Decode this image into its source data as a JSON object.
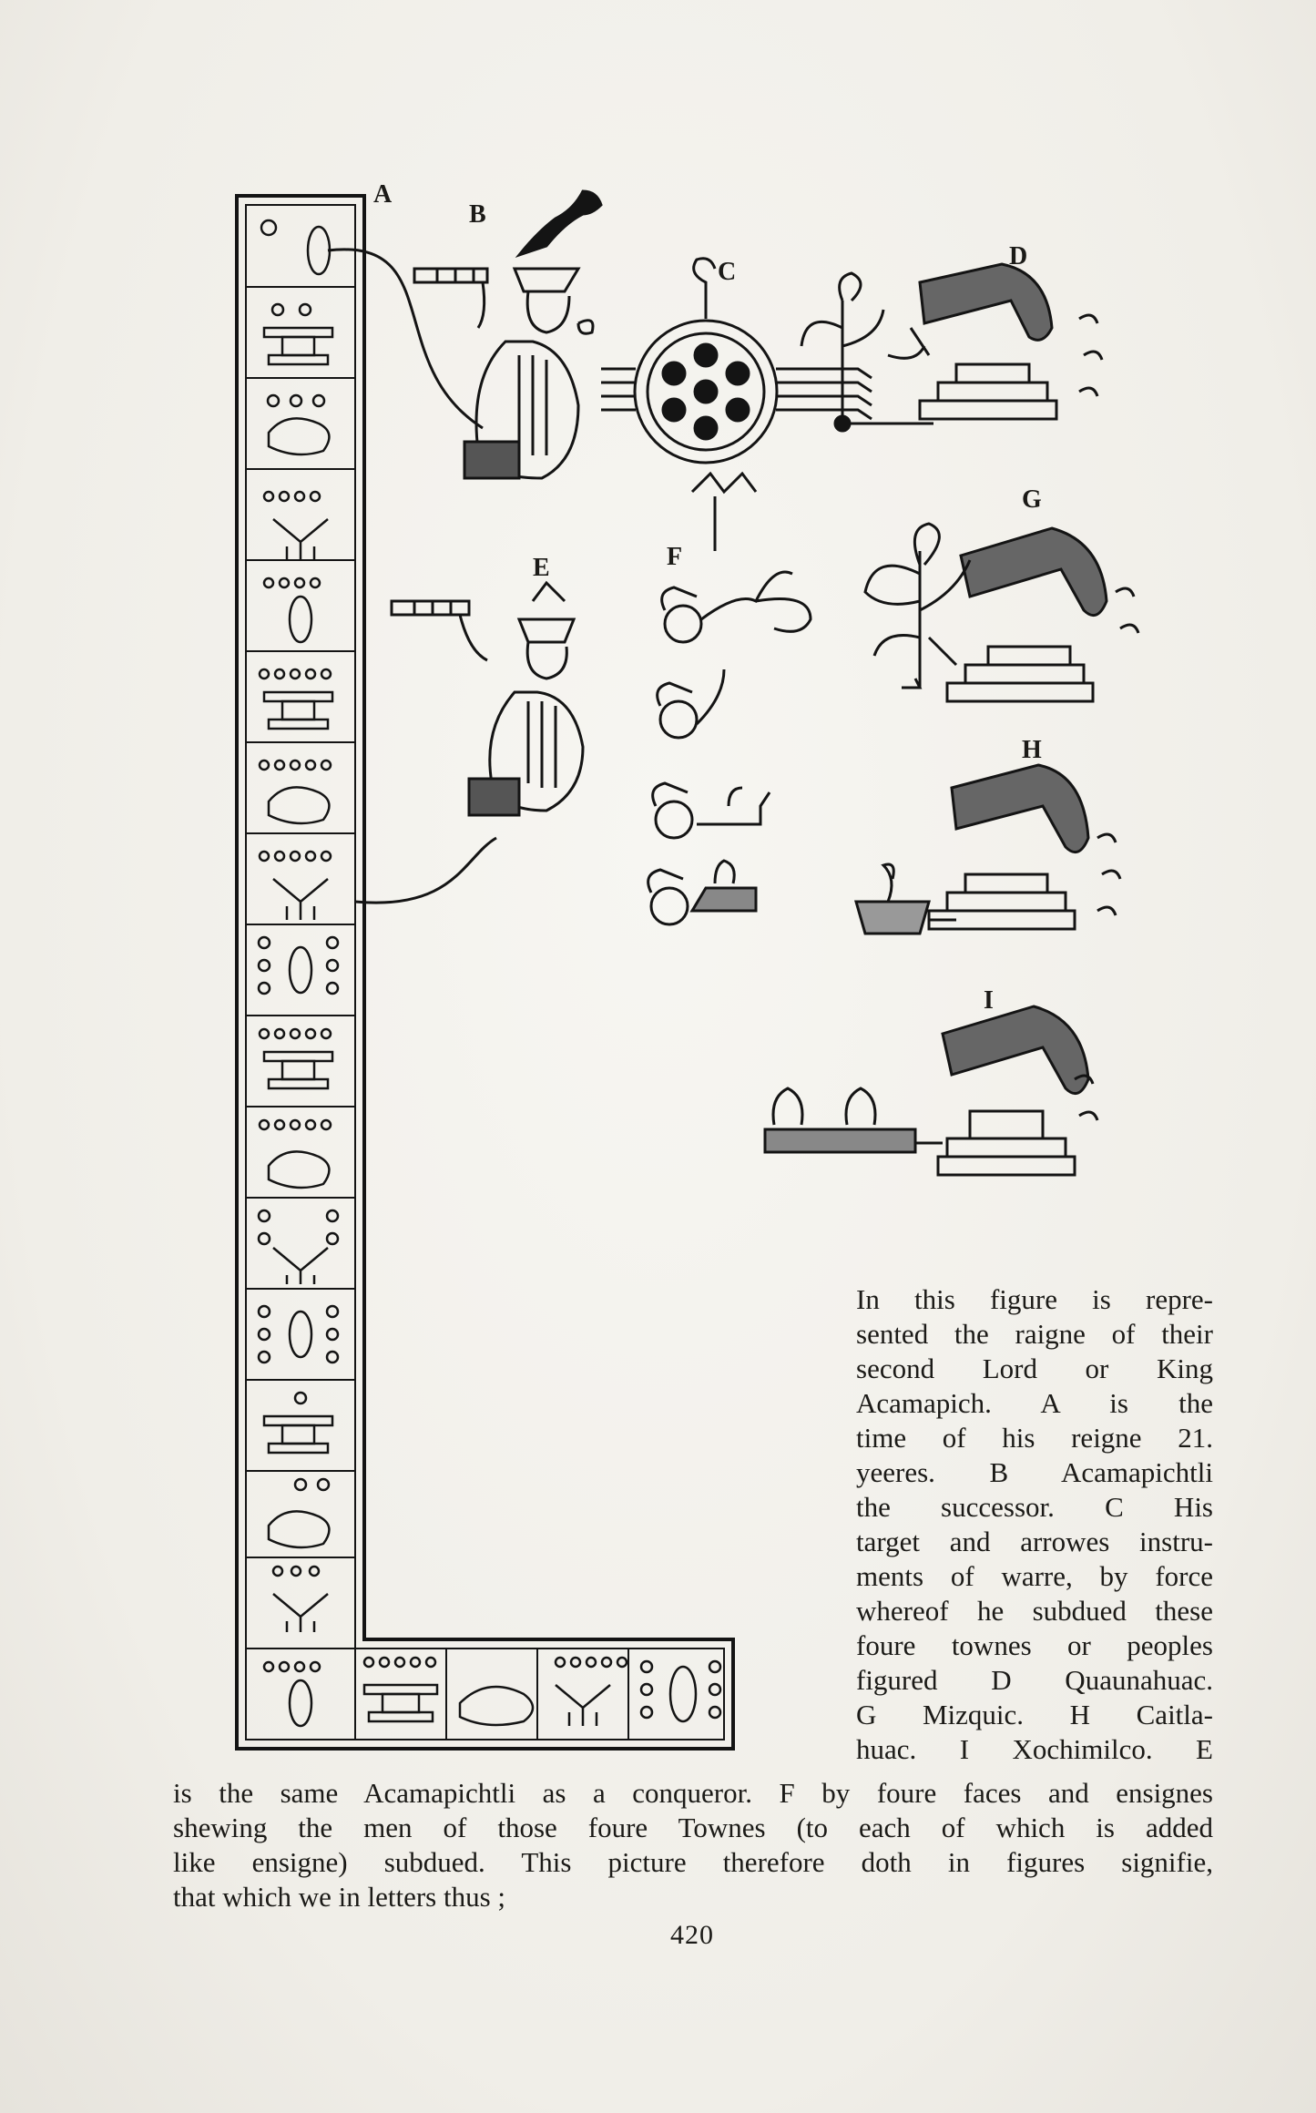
{
  "figure": {
    "labels": {
      "a": "A",
      "b": "B",
      "c": "C",
      "d": "D",
      "e": "E",
      "f": "F",
      "g": "G",
      "h": "H",
      "i": "I"
    }
  },
  "caption": {
    "right_lines": [
      "In this figure is repre-",
      "sented the raigne of their",
      "second Lord or King",
      "Acamapich. A is the",
      "time of his reigne 21.",
      "yeeres. B Acamapichtli",
      "the successor. C His",
      "target and arrowes instru-",
      "ments of warre, by force",
      "whereof he subdued these",
      "foure townes or peoples",
      "figured D Quaunahuac.",
      "G Mizquic. H Caitla-",
      "huac. I Xochimilco. E"
    ],
    "full_lines": [
      "is the same Acamapichtli as a conqueror. F by foure faces and ensignes",
      "shewing the men of those foure Townes (to each of which is added",
      "like ensigne) subdued. This picture therefore doth in figures signifie,",
      "that which we in letters thus ;"
    ]
  },
  "page_number": "420"
}
